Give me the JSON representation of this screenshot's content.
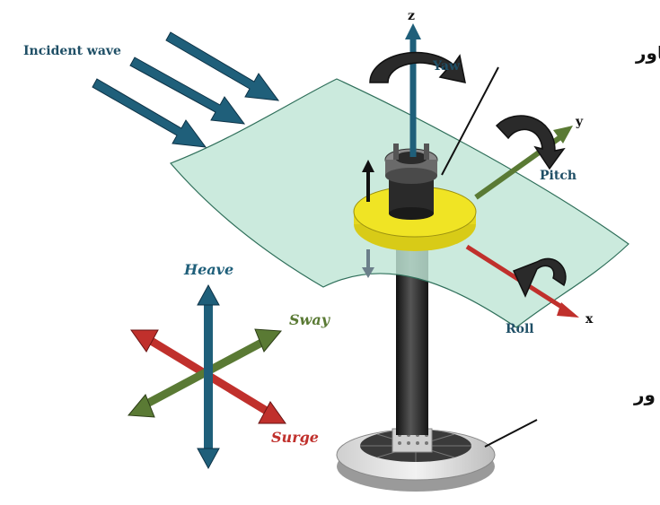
{
  "labels": {
    "incident_wave": "Incident wave",
    "axis_z": "z",
    "axis_y": "y",
    "axis_x": "x",
    "yaw": "Yaw",
    "pitch": "Pitch",
    "roll": "Roll",
    "heave": "Heave",
    "sway": "Sway",
    "surge": "Surge",
    "buoy": "بویه شناور",
    "submerged_body": "بدنه غوطه ور"
  },
  "colors": {
    "water": "#bfe5d6",
    "buoy_yellow": "#f0e424",
    "blue": "#1f5f7a",
    "green": "#5a7a34",
    "red": "#c0302c",
    "dark": "#2a2a2a"
  }
}
